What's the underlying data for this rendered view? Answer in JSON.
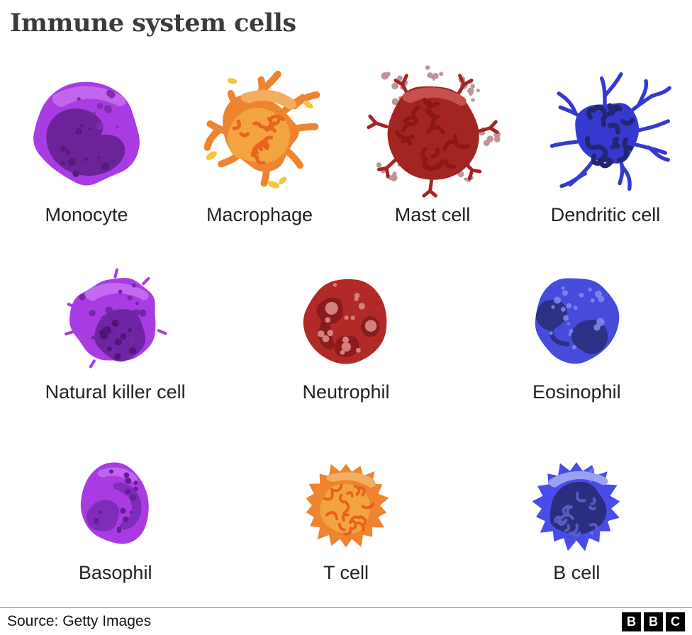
{
  "title": "Immune system cells",
  "rows": [
    {
      "cells": [
        {
          "label": "Monocyte"
        },
        {
          "label": "Macrophage"
        },
        {
          "label": "Mast cell"
        },
        {
          "label": "Dendritic cell"
        }
      ]
    },
    {
      "cells": [
        {
          "label": "Natural killer cell"
        },
        {
          "label": "Neutrophil"
        },
        {
          "label": "Eosinophil"
        }
      ]
    },
    {
      "cells": [
        {
          "label": "Basophil"
        },
        {
          "label": "T cell"
        },
        {
          "label": "B cell"
        }
      ]
    }
  ],
  "footer": {
    "source": "Source: Getty Images",
    "logo": [
      "B",
      "B",
      "C"
    ]
  },
  "colors": {
    "purple": "#a83ce2",
    "purple_dark": "#6c2399",
    "purple_highlight": "#c266ee",
    "orange": "#ee8430",
    "orange_inner": "#f2a440",
    "orange_squiggle": "#e8641f",
    "yellow_granule": "#f4c43a",
    "red_dark": "#a32522",
    "red": "#b22a28",
    "red_nucleus": "#8a1b1c",
    "granule_pink": "#bd9499",
    "blue": "#3639cf",
    "blue_mid": "#474bdc",
    "blue_bright": "#4a4ce8",
    "navy": "#2b2e80",
    "title_text": "#3b3b3b",
    "label_text": "#222222"
  }
}
